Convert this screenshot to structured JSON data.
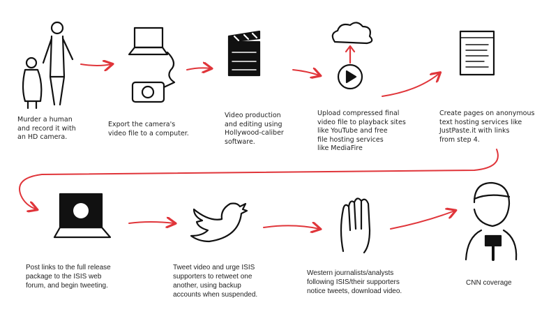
{
  "colors": {
    "arrow": "#e0353a",
    "ink": "#111111",
    "text": "#222222"
  },
  "steps": [
    {
      "icon": "people-icon",
      "text": "Murder a human\nand record it with\nan HD camera."
    },
    {
      "icon": "laptop-camera-icon",
      "text": "Export the camera's\nvideo file to a computer."
    },
    {
      "icon": "clapperboard-icon",
      "text": "Video production\nand editing using\nHollywood-caliber\nsoftware."
    },
    {
      "icon": "cloud-upload-play-icon",
      "text": "Upload compressed final\nvideo file to playback sites\nlike YouTube and free\nfile hosting services\nlike MediaFire"
    },
    {
      "icon": "web-page-icon",
      "text": "Create pages on anonymous\ntext hosting services like\nJustPaste.it with links\nfrom step 4."
    },
    {
      "icon": "laptop-isis-icon",
      "text": "Post links to the full release\npackage to the ISIS web\nforum, and begin tweeting."
    },
    {
      "icon": "twitter-bird-icon",
      "text": "Tweet video and urge ISIS\nsupporters to retweet one\nanother, using backup\naccounts when suspended."
    },
    {
      "icon": "hand-icon",
      "text": "Western journalists/analysts\nfollowing ISIS/their supporters\nnotice tweets, download video."
    },
    {
      "icon": "reporter-icon",
      "text": "CNN coverage"
    }
  ]
}
